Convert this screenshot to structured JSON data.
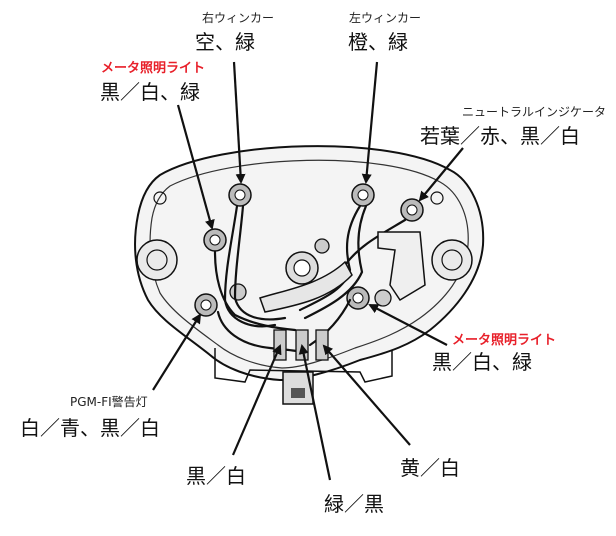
{
  "labels": {
    "right_winker_title": "右ウィンカー",
    "right_winker_colors": "空、緑",
    "left_winker_title": "左ウィンカー",
    "left_winker_colors": "橙、緑",
    "meter_light_title_1": "メータ照明ライト",
    "meter_light_colors_1": "黒／白、緑",
    "neutral_title": "ニュートラルインジケータ",
    "neutral_colors": "若葉／赤、黒／白",
    "meter_light_title_2": "メータ照明ライト",
    "meter_light_colors_2": "黒／白、緑",
    "pgm_title": "PGM-FI警告灯",
    "pgm_colors": "白／青、黒／白",
    "wire_black_white": "黒／白",
    "wire_yellow_white": "黄／白",
    "wire_green_black": "緑／黒"
  },
  "colors": {
    "line": "#111111",
    "accent_red": "#e8202a",
    "panel_fill": "#f4f4f4"
  }
}
